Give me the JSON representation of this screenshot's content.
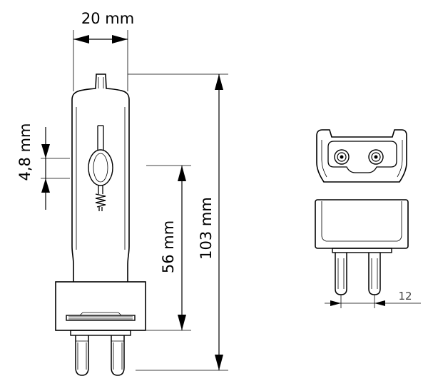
{
  "dimensions": {
    "width_label": "20 mm",
    "pinch_label": "4,8 mm",
    "lcl_label": "56 mm",
    "length_label": "103 mm",
    "pin_spacing_label": "12"
  }
}
